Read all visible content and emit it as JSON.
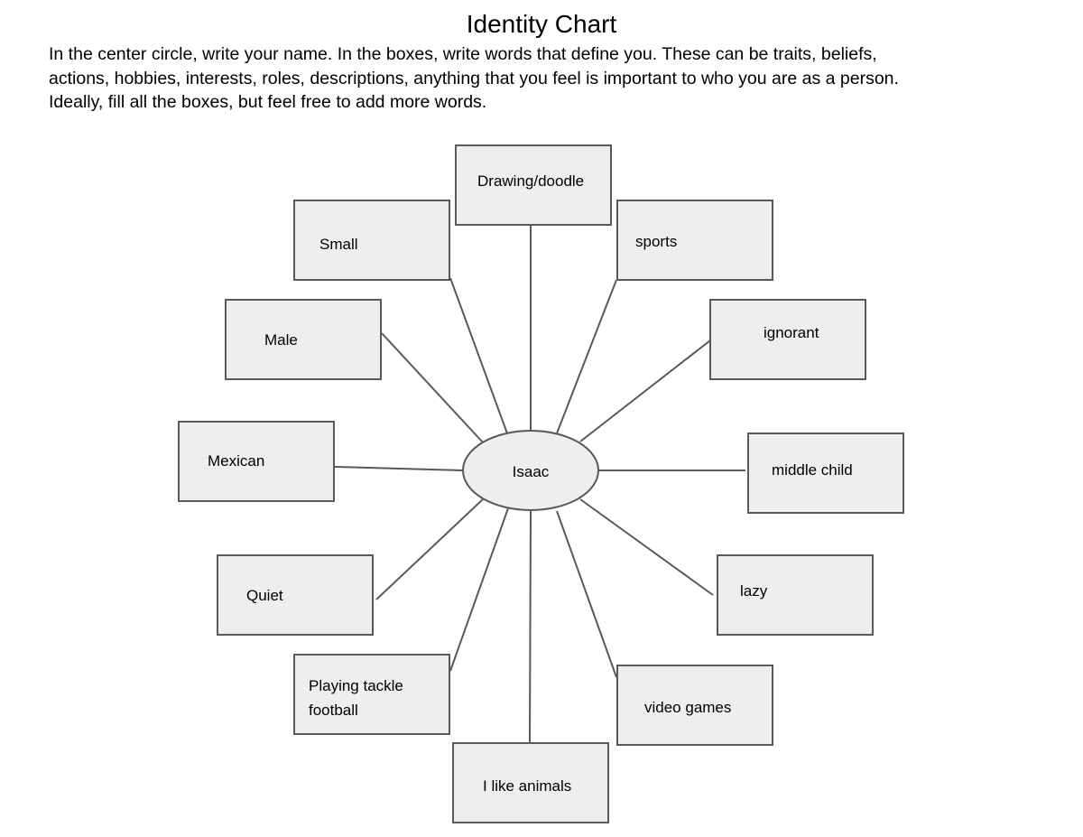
{
  "title": "Identity Chart",
  "instructions": [
    "In the center circle, write your name. In the boxes, write words that define you. These can be traits, beliefs,",
    "actions, hobbies, interests, roles, descriptions, anything that you feel is important to who you are as a person.",
    "Ideally, fill all the boxes, but feel free to add more words."
  ],
  "center": {
    "label": "Isaac"
  },
  "boxes": [
    {
      "id": "drawing",
      "lines": [
        "Drawing/doodle"
      ]
    },
    {
      "id": "small",
      "lines": [
        "Small"
      ]
    },
    {
      "id": "sports",
      "lines": [
        "sports"
      ]
    },
    {
      "id": "male",
      "lines": [
        "Male"
      ]
    },
    {
      "id": "ignorant",
      "lines": [
        "ignorant"
      ]
    },
    {
      "id": "mexican",
      "lines": [
        "Mexican"
      ]
    },
    {
      "id": "middle-child",
      "lines": [
        "middle child"
      ]
    },
    {
      "id": "quiet",
      "lines": [
        "Quiet"
      ]
    },
    {
      "id": "lazy",
      "lines": [
        "lazy"
      ]
    },
    {
      "id": "playing-tackle-football",
      "lines": [
        "Playing tackle",
        "football"
      ]
    },
    {
      "id": "video-games",
      "lines": [
        "video games"
      ]
    },
    {
      "id": "i-like-animals",
      "lines": [
        "I like animals"
      ]
    }
  ],
  "colors": {
    "box_fill": "#eeeeee",
    "box_stroke": "#595959",
    "connector": "#595959"
  }
}
